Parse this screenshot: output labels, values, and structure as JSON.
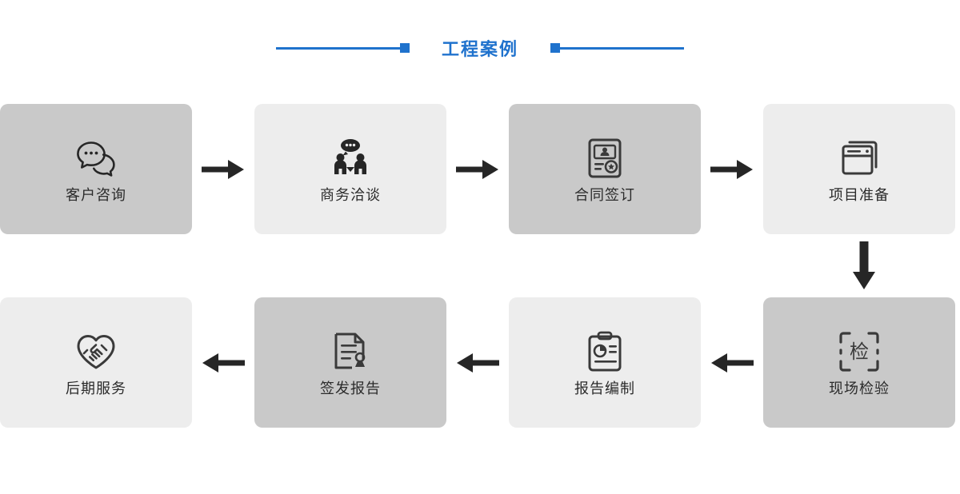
{
  "header": {
    "title": "工程案例",
    "accent_color": "#1f72cd",
    "left_rule_icon": "horizontal-line-with-square",
    "right_rule_icon": "square-with-horizontal-line"
  },
  "theme": {
    "card_dark": "#c9c9c9",
    "card_light": "#ededed",
    "label_color": "#2b2b2b",
    "icon_color": "#2b2b2b",
    "arrow_color": "#262626",
    "page_background": "#ffffff"
  },
  "flow": {
    "row_top": [
      {
        "label": "客户咨询",
        "icon": "chat-bubbles-icon",
        "shade": "dark"
      },
      {
        "label": "商务洽谈",
        "icon": "two-people-talking-icon",
        "shade": "light"
      },
      {
        "label": "合同签订",
        "icon": "id-document-icon",
        "shade": "dark"
      },
      {
        "label": "项目准备",
        "icon": "stacked-windows-icon",
        "shade": "light"
      }
    ],
    "row_bottom": [
      {
        "label": "后期服务",
        "icon": "handshake-heart-icon",
        "shade": "light"
      },
      {
        "label": "签发报告",
        "icon": "document-stamp-icon",
        "shade": "dark"
      },
      {
        "label": "报告编制",
        "icon": "clipboard-chart-icon",
        "shade": "light"
      },
      {
        "label": "现场检验",
        "icon": "inspection-scan-icon",
        "shade": "dark"
      }
    ],
    "connectors": {
      "top_1_to_2": "arrow-right-icon",
      "top_2_to_3": "arrow-right-icon",
      "top_3_to_4": "arrow-right-icon",
      "top_4_to_bottom_4": "arrow-down-icon",
      "bottom_4_to_3": "arrow-left-icon",
      "bottom_3_to_2": "arrow-left-icon",
      "bottom_2_to_1": "arrow-left-icon"
    },
    "inspection_icon_glyph": "检"
  }
}
